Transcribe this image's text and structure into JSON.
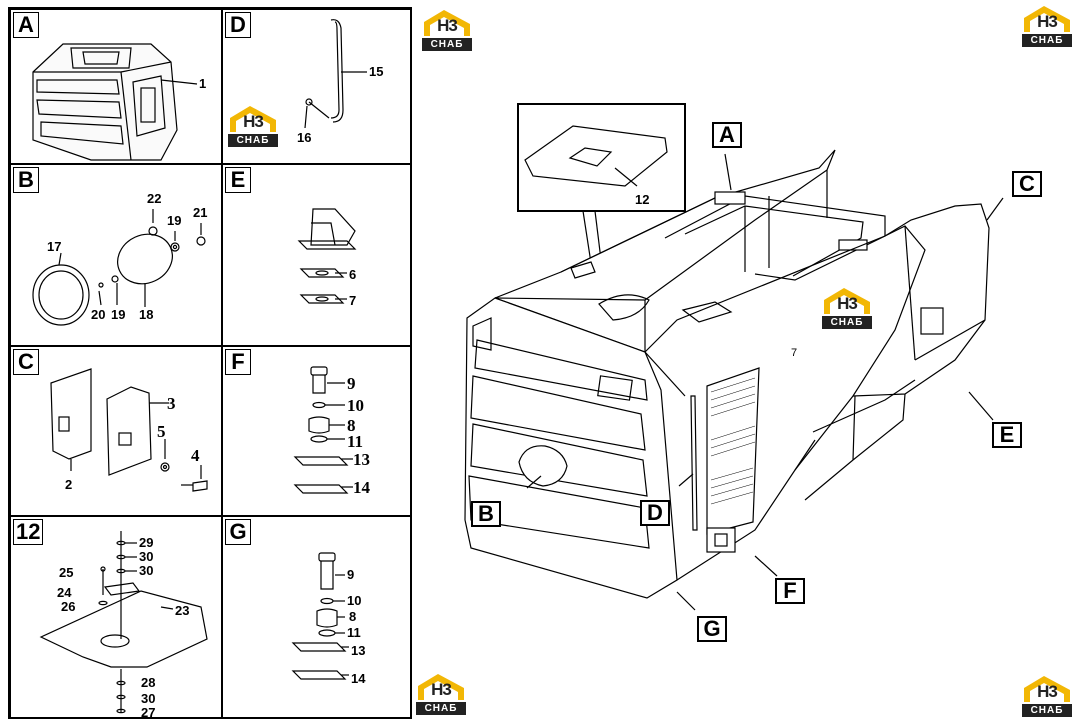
{
  "panels": {
    "A": {
      "label": "A",
      "parts": [
        "1"
      ]
    },
    "D": {
      "label": "D",
      "parts": [
        "15",
        "16"
      ]
    },
    "B": {
      "label": "B",
      "parts": [
        "22",
        "19",
        "21",
        "17",
        "20",
        "19",
        "18"
      ]
    },
    "E": {
      "label": "E",
      "parts": [
        "6",
        "7"
      ]
    },
    "C": {
      "label": "C",
      "parts": [
        "3",
        "5",
        "4",
        "2"
      ]
    },
    "F": {
      "label": "F",
      "parts": [
        "9",
        "10",
        "8",
        "11",
        "13",
        "14"
      ]
    },
    "P12": {
      "label": "12",
      "parts": [
        "29",
        "30",
        "30",
        "25",
        "24",
        "26",
        "23",
        "28",
        "30",
        "27"
      ]
    },
    "G": {
      "label": "G",
      "parts": [
        "9",
        "10",
        "8",
        "11",
        "13",
        "14"
      ]
    }
  },
  "main_view": {
    "callouts": [
      "A",
      "B",
      "C",
      "D",
      "E",
      "F",
      "G"
    ],
    "inset_part": "12",
    "small_mark": "7"
  },
  "watermark": {
    "top": "H3",
    "bottom": "СНАБ",
    "brand_color": "#f2b705"
  }
}
